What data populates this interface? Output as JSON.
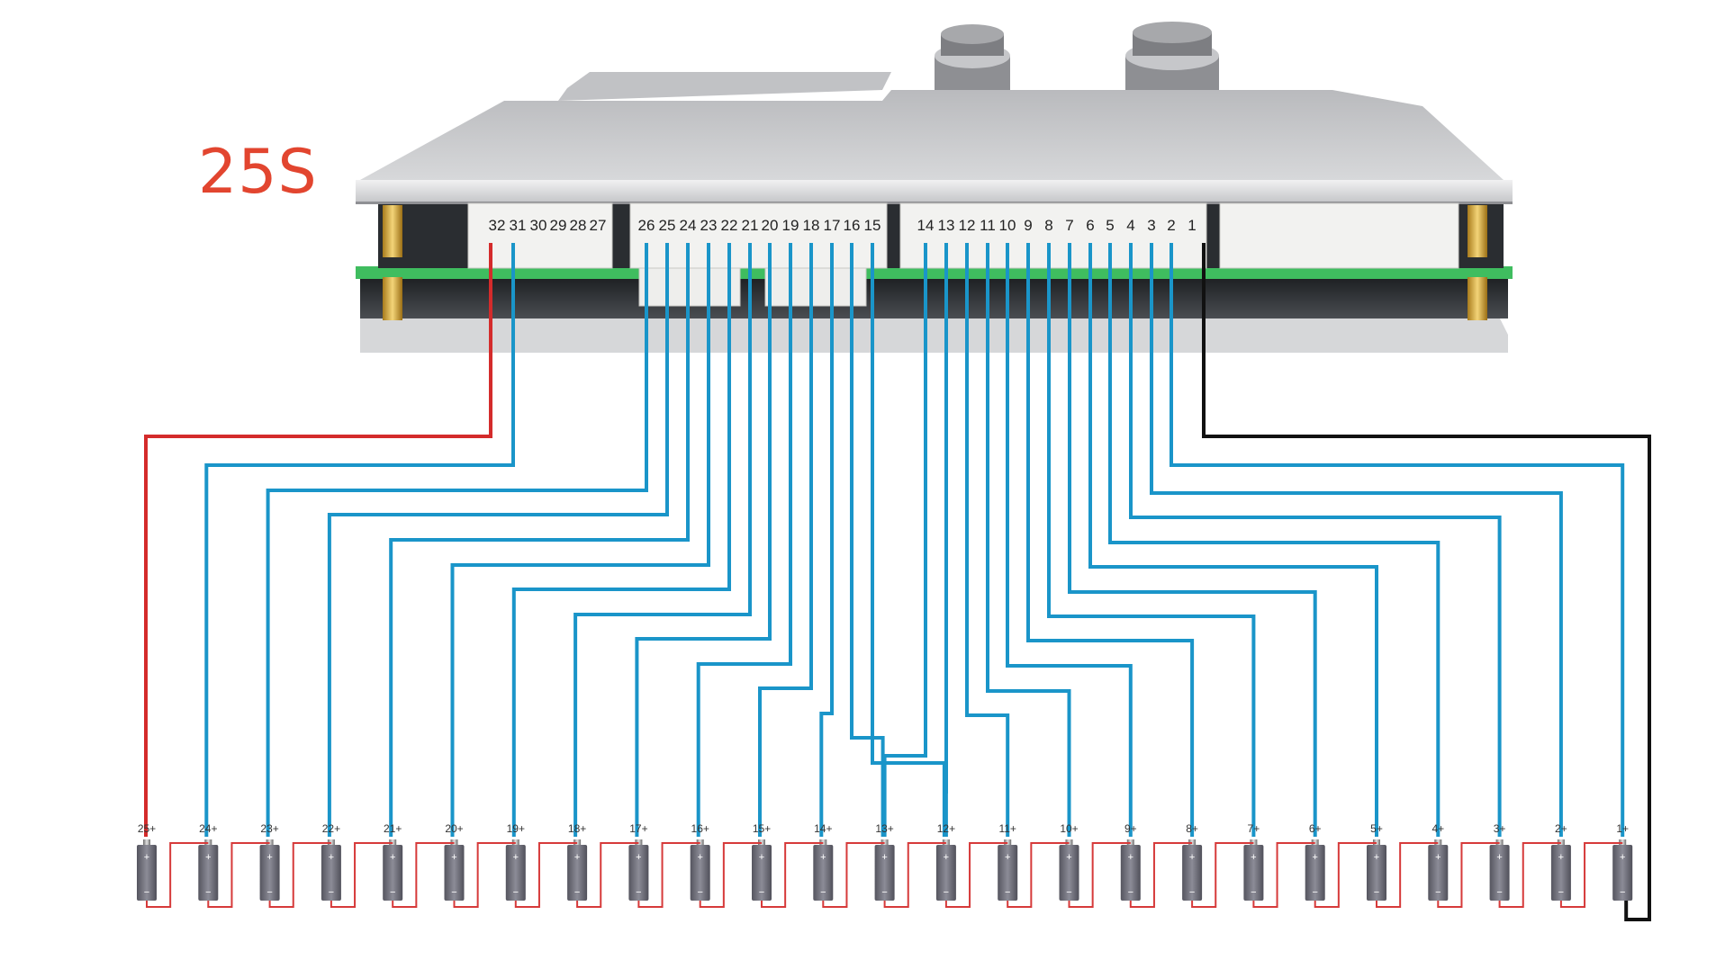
{
  "title": "25S",
  "colors": {
    "wire": "#1a95c9",
    "positive_wire": "#d42b2b",
    "negative_wire": "#111111",
    "series_link": "#d63a3a",
    "cell_body": "#6f6f7a",
    "pcb_green": "#3fbd5f",
    "plate": "#c8c9cc"
  },
  "board": {
    "pin_labels_left": [
      "32",
      "31",
      "30",
      "29",
      "28",
      "27"
    ],
    "pin_labels_middle": [
      "26",
      "25",
      "24",
      "23",
      "22",
      "21",
      "20",
      "19",
      "18",
      "17",
      "16",
      "15"
    ],
    "pin_labels_right": [
      "14",
      "13",
      "12",
      "11",
      "10",
      "9",
      "8",
      "7",
      "6",
      "5",
      "4",
      "3",
      "2",
      "1"
    ]
  },
  "cells": {
    "labels": [
      "25+",
      "24+",
      "23+",
      "22+",
      "21+",
      "20+",
      "19+",
      "18+",
      "17+",
      "16+",
      "15+",
      "14+",
      "13+",
      "12+",
      "11+",
      "10+",
      "9+",
      "8+",
      "7+",
      "6+",
      "5+",
      "4+",
      "3+",
      "2+",
      "1+"
    ],
    "plus_sign": "+",
    "minus_sign": "−"
  }
}
